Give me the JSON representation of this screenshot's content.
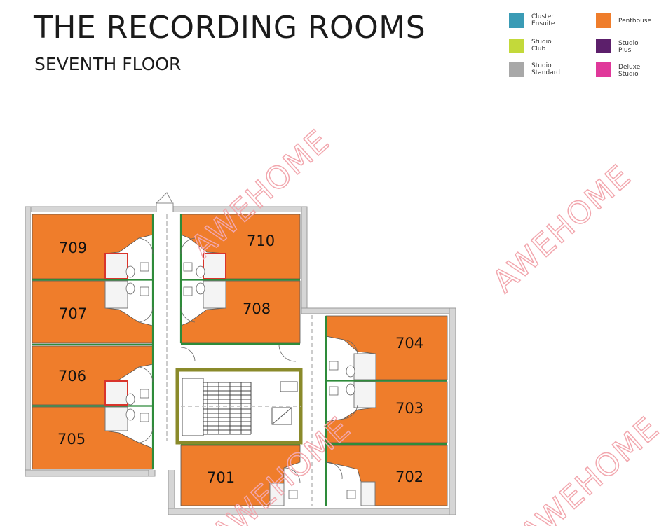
{
  "header": {
    "title": "THE RECORDING ROOMS",
    "subtitle": "SEVENTH FLOOR"
  },
  "legend": [
    {
      "label_line1": "Cluster",
      "label_line2": "Ensuite",
      "color": "#3a9bb5"
    },
    {
      "label_line1": "Penthouse",
      "label_line2": "",
      "color": "#ef7d2b"
    },
    {
      "label_line1": "Studio",
      "label_line2": "Club",
      "color": "#c3d93a"
    },
    {
      "label_line1": "Studio",
      "label_line2": "Plus",
      "color": "#5c1f6b"
    },
    {
      "label_line1": "Studio",
      "label_line2": "Standard",
      "color": "#a8a8a8"
    },
    {
      "label_line1": "Deluxe",
      "label_line2": "Studio",
      "color": "#e0389a"
    }
  ],
  "rooms": [
    {
      "number": "709",
      "type": "Penthouse"
    },
    {
      "number": "710",
      "type": "Penthouse"
    },
    {
      "number": "707",
      "type": "Penthouse"
    },
    {
      "number": "708",
      "type": "Penthouse"
    },
    {
      "number": "706",
      "type": "Penthouse"
    },
    {
      "number": "705",
      "type": "Penthouse"
    },
    {
      "number": "704",
      "type": "Penthouse"
    },
    {
      "number": "703",
      "type": "Penthouse"
    },
    {
      "number": "701",
      "type": "Penthouse"
    },
    {
      "number": "702",
      "type": "Penthouse"
    }
  ],
  "watermark": "AWEHOME",
  "colors": {
    "room_fill": "#ef7d2b",
    "wall": "#cfcfcf",
    "partition_green": "#2e8b3a",
    "bathroom_red": "#d9342b",
    "stair_olive": "#8a8a2a"
  }
}
